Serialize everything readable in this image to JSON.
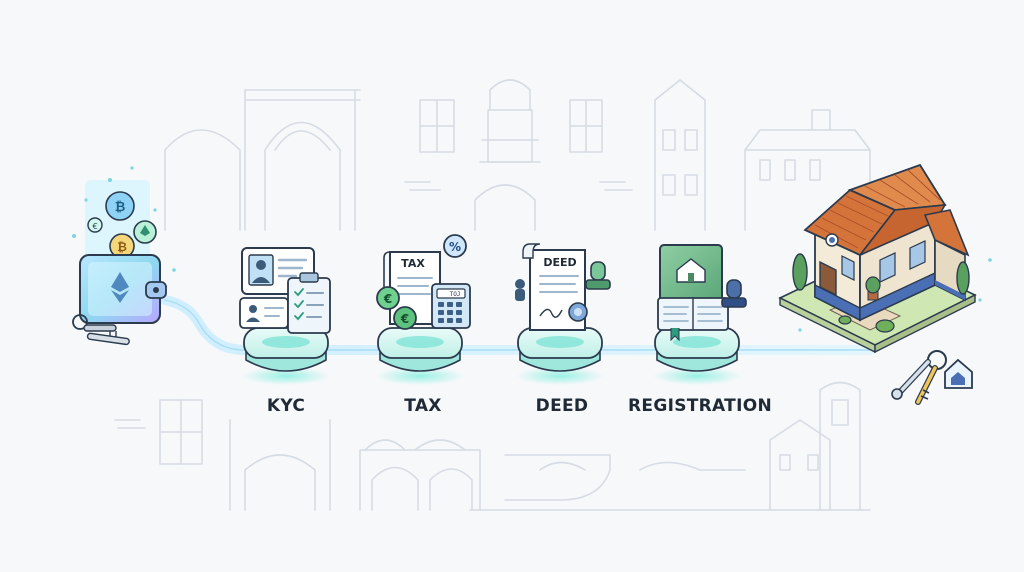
{
  "steps": [
    {
      "label": "KYC",
      "icon": "id-card-checklist-icon"
    },
    {
      "label": "TAX",
      "icon": "tax-calculator-icon",
      "doc_title": "TAX",
      "calc_label": "TOJ"
    },
    {
      "label": "DEED",
      "icon": "deed-stamp-icon",
      "doc_title": "DEED"
    },
    {
      "label": "REGISTRATION",
      "icon": "registry-book-icon"
    }
  ],
  "start": {
    "icon": "crypto-wallet-icon"
  },
  "end": {
    "icon": "house-keys-icon"
  },
  "colors": {
    "accent": "#5fd4c4",
    "platform": "#7fe3d6",
    "roof": "#d4733a",
    "wall": "#f3ead8",
    "tile": "#4a6fb5",
    "text": "#1f2a36",
    "sketch": "#d3d9e0"
  }
}
